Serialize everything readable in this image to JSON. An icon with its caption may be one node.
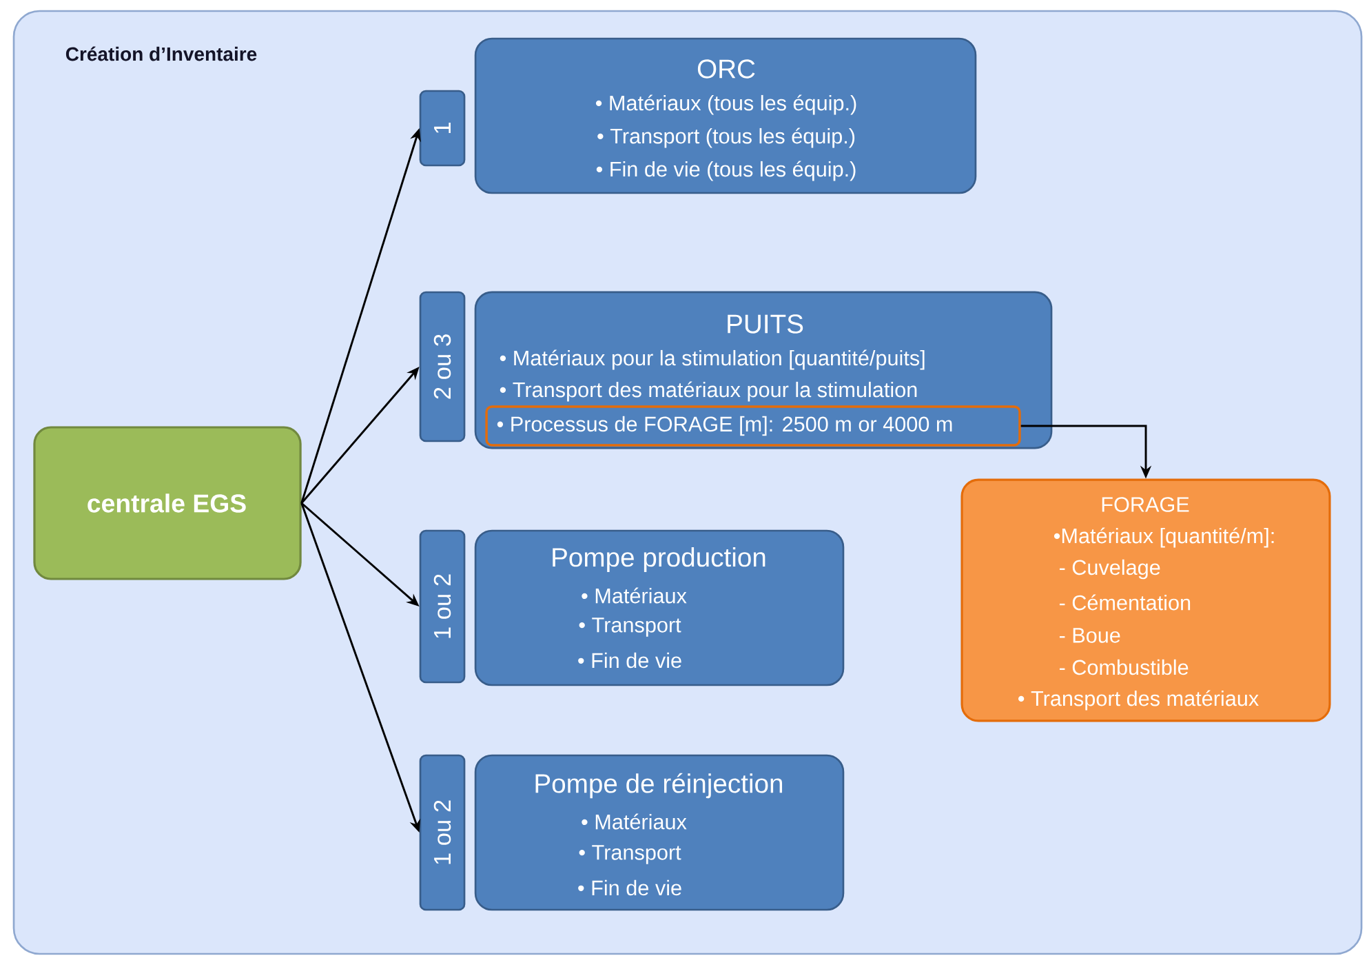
{
  "diagram": {
    "title": "Création d’Inventaire",
    "nodes": [
      {
        "text": [
          "centrale EGS"
        ]
      },
      {
        "text": [
          "1"
        ]
      },
      {
        "text": [
          "ORC",
          "• Matériaux (tous les équip.)",
          "• Transport (tous les équip.)",
          "• Fin de vie (tous les équip.)"
        ]
      },
      {
        "text": [
          "2 ou 3"
        ]
      },
      {
        "text": [
          "PUITS",
          "• Matériaux pour la stimulation [quantité/puits]",
          "• Transport des matériaux pour la stimulation"
        ]
      },
      {
        "text": [
          "• Processus de FORAGE [m]: 2500 m or 4000 m"
        ],
        "in": 4
      },
      {
        "text": [
          "1 ou 2"
        ]
      },
      {
        "text": [
          "Pompe production",
          "• Matériaux",
          "• Transport",
          "• Fin de vie"
        ]
      },
      {
        "text": [
          "1 ou 2"
        ]
      },
      {
        "text": [
          "Pompe de réinjection",
          "• Matériaux",
          "• Transport",
          "• Fin de vie"
        ]
      },
      {
        "text": [
          "FORAGE",
          "•Matériaux [quantité/m]:",
          "- Cuvelage",
          "- Cémentation",
          "- Boue",
          "- Combustible",
          "• Transport des matériaux"
        ]
      }
    ],
    "edges": [
      {
        "from": 0,
        "to": 1,
        "arrow": "to"
      },
      {
        "from": 0,
        "to": 3,
        "arrow": "to"
      },
      {
        "from": 0,
        "to": 6,
        "arrow": "to"
      },
      {
        "from": 0,
        "to": 8,
        "arrow": "to"
      },
      {
        "from": 5,
        "to": 10,
        "arrow": "to"
      }
    ]
  }
}
